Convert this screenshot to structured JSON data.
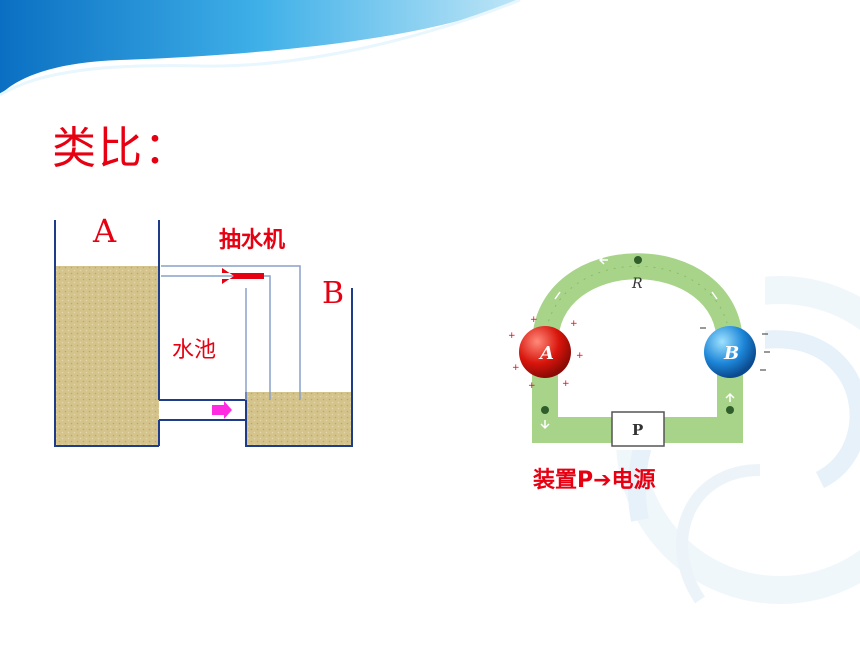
{
  "slide": {
    "title": "类比：",
    "colors": {
      "accent_red": "#e60012",
      "water_fill": "#d3c38a",
      "circuit_green": "#9fcd7a"
    }
  },
  "water_diagram": {
    "label_a": "A",
    "label_b": "B",
    "pump_label": "抽水机",
    "pool_label": "水池"
  },
  "circuit_diagram": {
    "label_a": "A",
    "label_b": "B",
    "label_r": "R",
    "label_p": "P",
    "caption": "装置P➔电源"
  }
}
